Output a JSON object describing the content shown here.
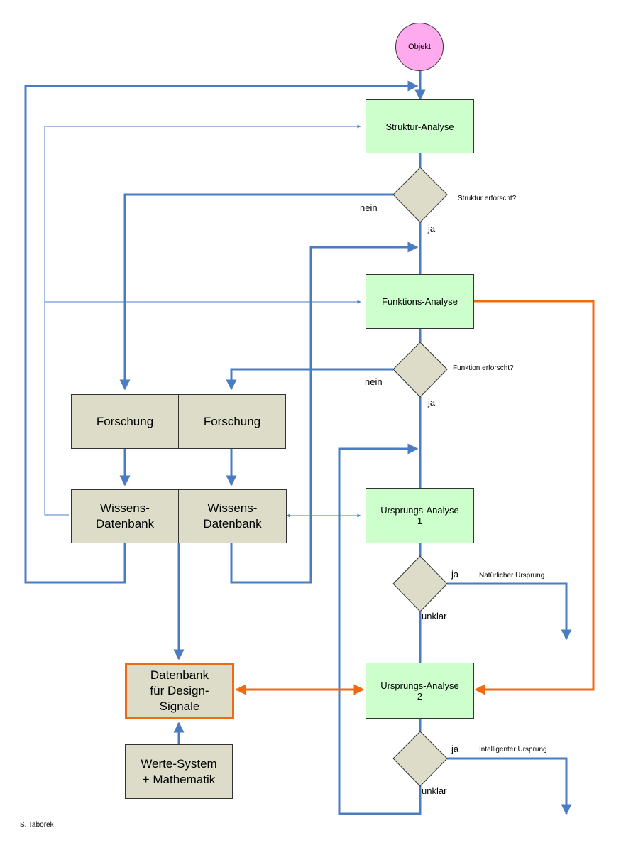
{
  "start": {
    "label": "Objekt"
  },
  "boxes": {
    "struktur": "Struktur-Analyse",
    "funktion": "Funktions-Analyse",
    "ursprung1": "Ursprungs-Analyse\n1",
    "ursprung2": "Ursprungs-Analyse\n2",
    "forschung_left": "Forschung",
    "forschung_right": "Forschung",
    "wissen_left": "Wissens-\nDatenbank",
    "wissen_right": "Wissens-\nDatenbank",
    "datenbank": "Datenbank\nfür Design-\nSignale",
    "werte": "Werte-System\n+ Mathematik"
  },
  "questions": {
    "struktur": "Struktur erforscht?",
    "funktion": "Funktion erforscht?",
    "natuerlich": "Natürlicher Ursprung",
    "intelligent": "Intelligenter Ursprung"
  },
  "edge_labels": {
    "nein1": "nein",
    "ja1": "ja",
    "nein2": "nein",
    "ja2": "ja",
    "ja3": "ja",
    "unklar1": "unklar",
    "ja4": "ja",
    "unklar2": "unklar"
  },
  "author": "S. Taborek",
  "colors": {
    "flow_line": "#4a7cc4",
    "orange_line": "#f06a10",
    "process_fill": "#ccffcc",
    "storage_fill": "#dcdcc8",
    "start_fill": "#ffaaee"
  }
}
